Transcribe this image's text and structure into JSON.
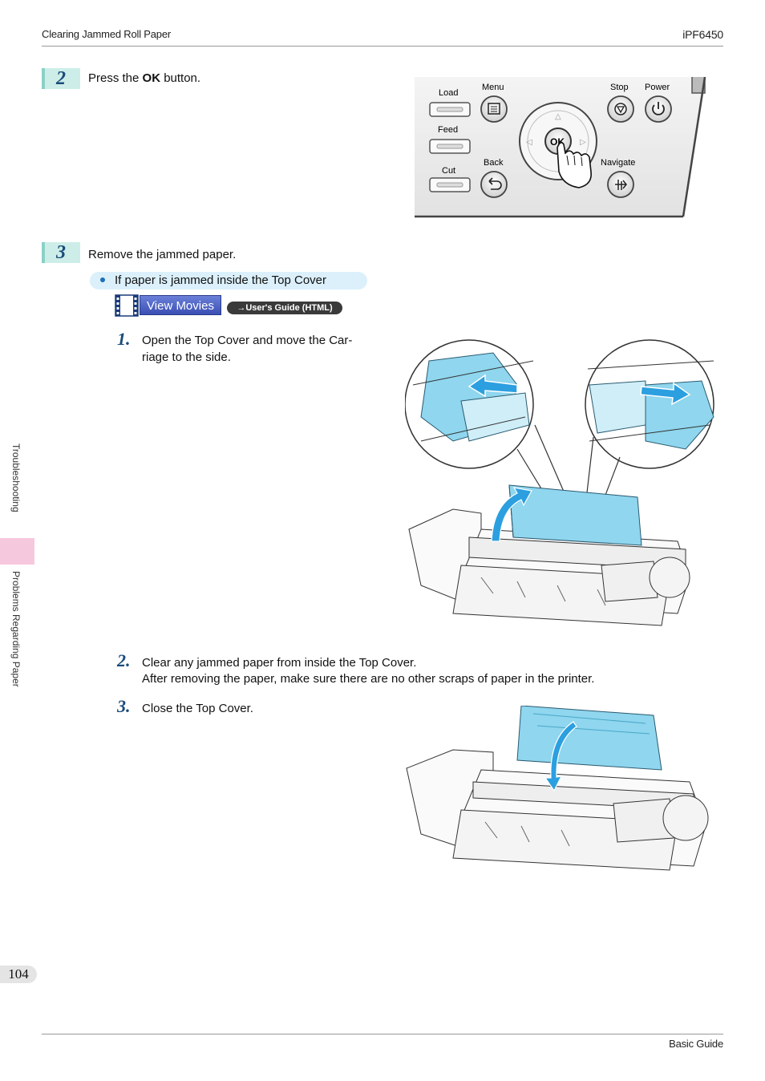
{
  "header": {
    "left": "Clearing Jammed Roll Paper",
    "right": "iPF6450"
  },
  "footer": {
    "page": "104",
    "right": "Basic Guide"
  },
  "sidebar": {
    "section": "Troubleshooting",
    "subsection": "Problems Regarding Paper"
  },
  "step2": {
    "number": "2",
    "text_pre": "Press the ",
    "text_bold": "OK",
    "text_post": " button.",
    "panel": {
      "load": "Load",
      "feed": "Feed",
      "cut": "Cut",
      "menu": "Menu",
      "back": "Back",
      "ok": "OK",
      "stop": "Stop",
      "power": "Power",
      "navigate": "Navigate"
    }
  },
  "step3": {
    "number": "3",
    "text": "Remove the jammed paper.",
    "bullet": "If paper is jammed inside the Top Cover",
    "movies_label": "View Movies",
    "guide_link": "→User's Guide (HTML)",
    "substeps": [
      {
        "num": "1.",
        "line1": "Open the Top Cover and move the Car-",
        "line2": "riage to the side."
      },
      {
        "num": "2.",
        "line1": "Clear any jammed paper from inside the Top Cover.",
        "line2": "After removing the paper, make sure there are no other scraps of paper in the printer."
      },
      {
        "num": "3.",
        "line1": "Close the Top Cover."
      }
    ]
  },
  "colors": {
    "accent": "#1a4b7a",
    "step_bg": "#cdeee8",
    "pill_bg": "#dbf0fb",
    "tab": "#f6c8dd",
    "cover": "#7fd0ec"
  }
}
